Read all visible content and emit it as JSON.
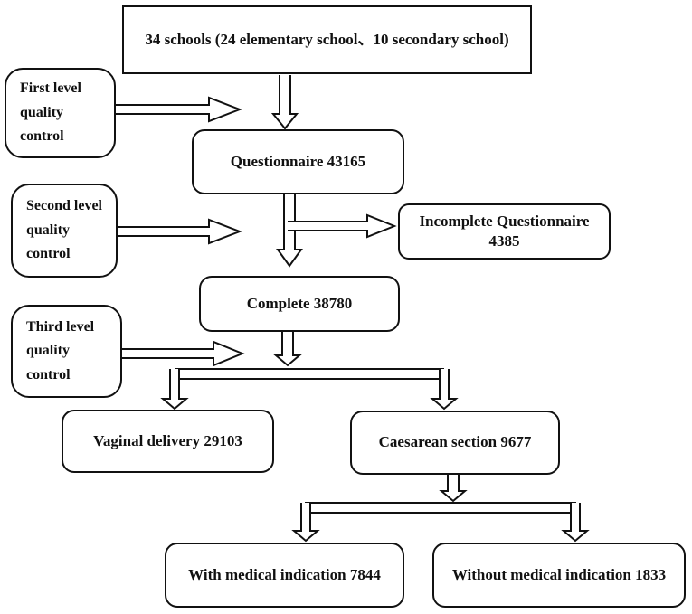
{
  "figure": {
    "type": "flowchart",
    "description": "Study participant selection flowchart with quality control levels"
  },
  "colors": {
    "stroke": "#111111",
    "background": "#ffffff",
    "text": "#111111"
  },
  "nodes": {
    "schools": {
      "label": "34 schools (24 elementary school、10 secondary school)"
    },
    "first_level": {
      "lines": [
        "First level",
        "quality",
        "control"
      ]
    },
    "questionnaire": {
      "label": "Questionnaire 43165"
    },
    "second_level": {
      "lines": [
        "Second level",
        "quality",
        "control"
      ]
    },
    "incomplete": {
      "lines": [
        "Incomplete Questionnaire",
        "4385"
      ]
    },
    "complete": {
      "label": "Complete 38780"
    },
    "third_level": {
      "lines": [
        "Third level",
        "quality",
        "control"
      ]
    },
    "vaginal": {
      "label": "Vaginal delivery 29103"
    },
    "caesarean": {
      "label": "Caesarean section 9677"
    },
    "with_indication": {
      "label": "With medical indication 7844"
    },
    "without_indication": {
      "label": "Without medical indication 1833"
    }
  },
  "edges": [
    "schools -> questionnaire",
    "first_level -> (questionnaire flow)",
    "questionnaire -> complete",
    "questionnaire -> incomplete",
    "second_level -> (complete flow)",
    "third_level -> (split flow)",
    "complete -> vaginal",
    "complete -> caesarean",
    "caesarean -> with_indication",
    "caesarean -> without_indication"
  ]
}
